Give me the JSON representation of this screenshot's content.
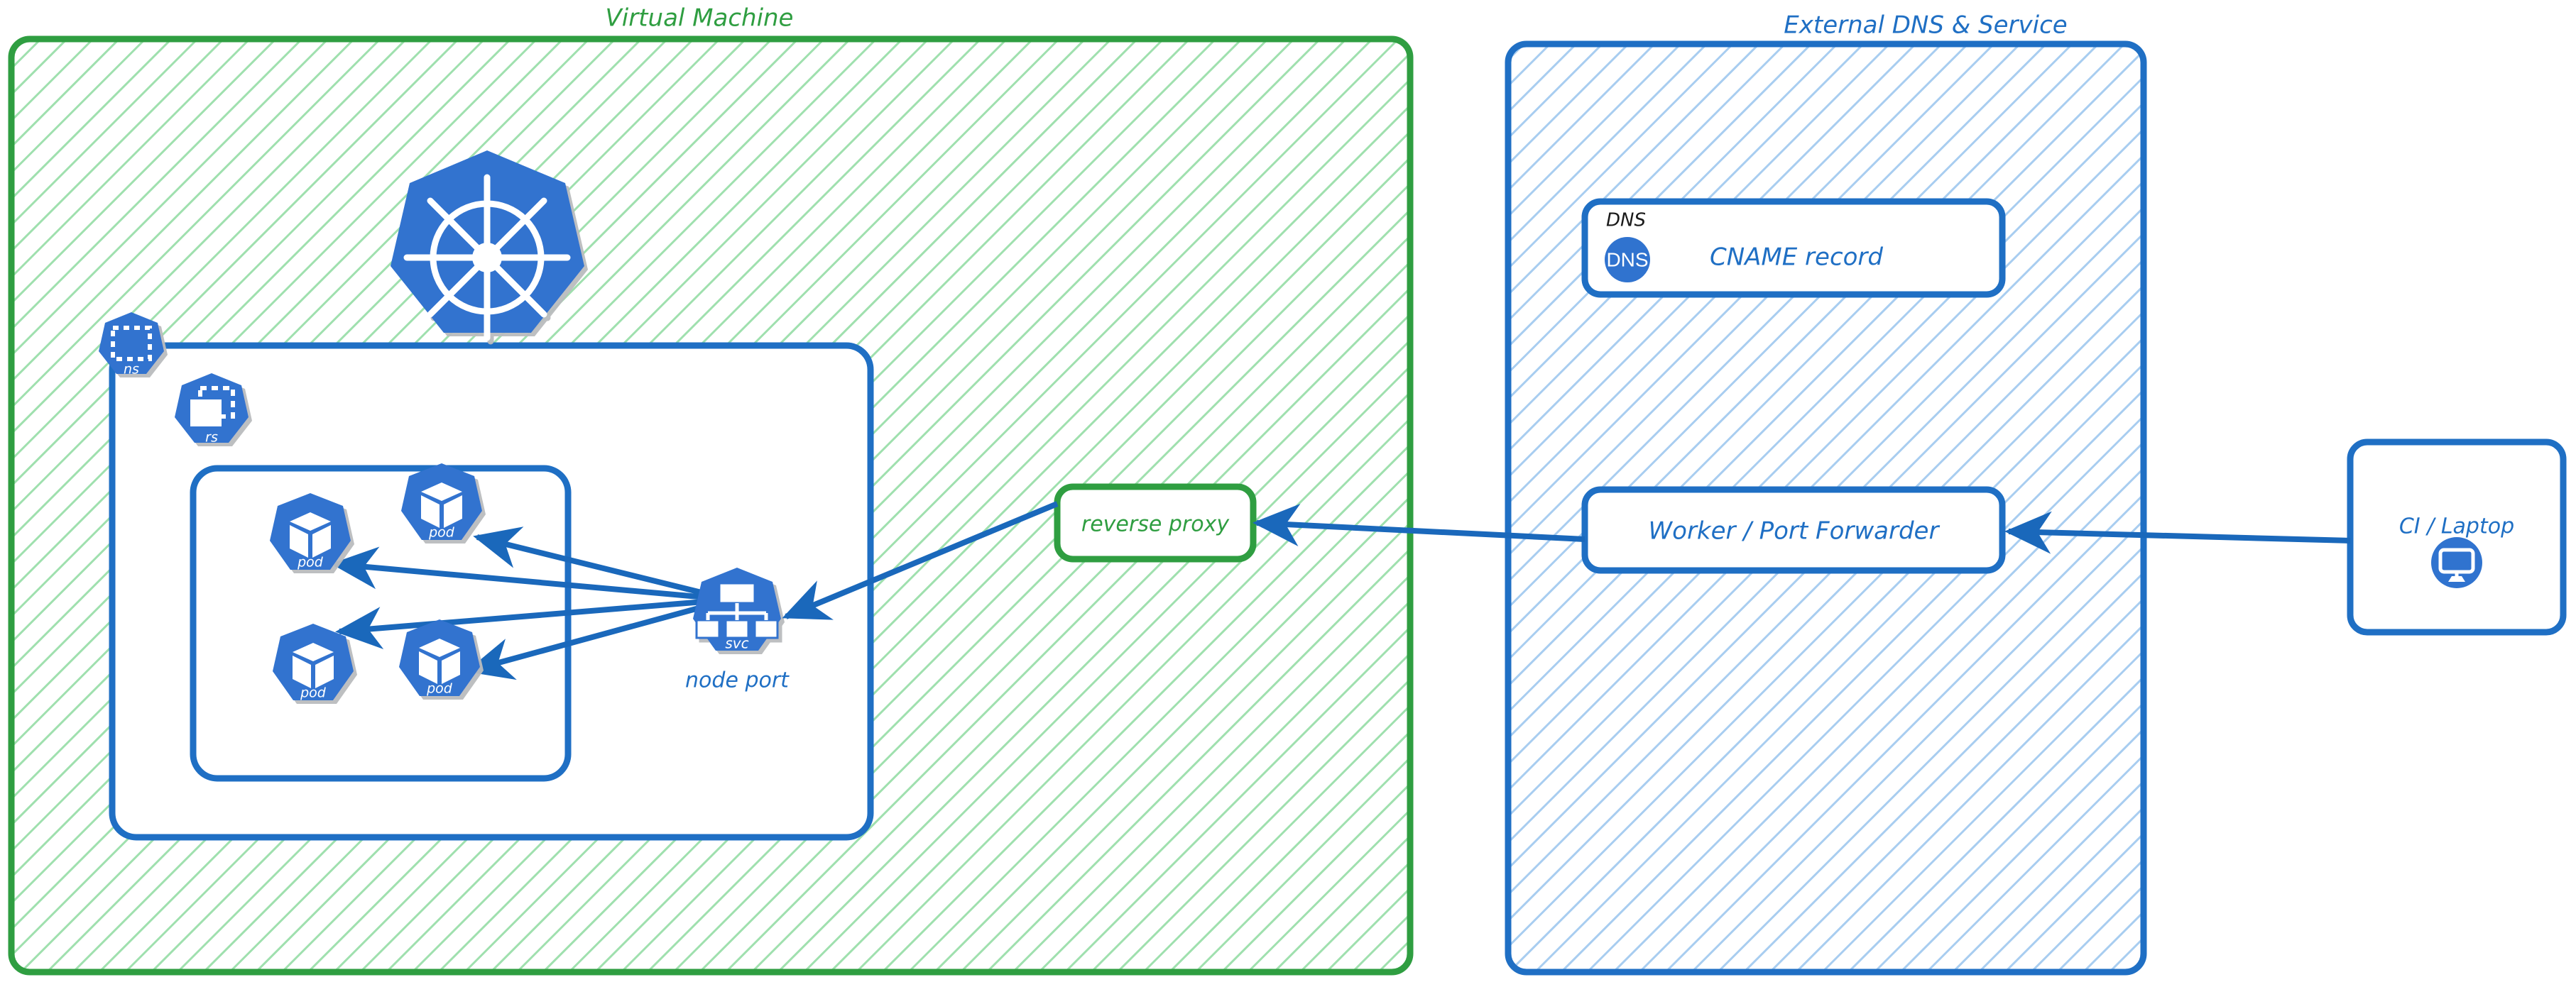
{
  "diagram": {
    "title_hidden": "Kubernetes NodePort exposure via reverse proxy and external DNS",
    "colors": {
      "green_stroke": "#2f9e41",
      "green_text": "#2f9e41",
      "green_hatch": "#9fe0ae",
      "blue_stroke": "#1f6fc4",
      "blue_text": "#1f6fc4",
      "blue_hatch": "#a8cdf0",
      "k8s_blue": "#3073cf",
      "arrow_blue": "#1a68bb",
      "black_text": "#1a1a1a",
      "icon_white": "#ffffff",
      "panel_fill": "#ffffff"
    }
  },
  "panels": [
    {
      "id": "virtual-machine",
      "label": "Virtual Machine",
      "accent": "green"
    },
    {
      "id": "external-dns-service",
      "label": "External DNS & Service",
      "accent": "blue"
    }
  ],
  "vm": {
    "namespace": {
      "badge_label": "ns",
      "badge_icon": "namespace-dashed-square-icon"
    },
    "replicaset": {
      "badge_label": "rs",
      "badge_icon": "replicaset-stacked-squares-icon"
    },
    "k8s_logo": {
      "icon": "kubernetes-helm-wheel-icon"
    },
    "pods": [
      {
        "label": "pod",
        "icon": "pod-cube-icon"
      },
      {
        "label": "pod",
        "icon": "pod-cube-icon"
      },
      {
        "label": "pod",
        "icon": "pod-cube-icon"
      },
      {
        "label": "pod",
        "icon": "pod-cube-icon"
      }
    ],
    "service": {
      "badge_label": "svc",
      "icon": "service-hierarchy-icon",
      "caption": "node port"
    },
    "reverse_proxy": {
      "label": "reverse proxy"
    }
  },
  "external": {
    "dns_card": {
      "kind_label": "DNS",
      "badge_text": "DNS",
      "title": "CNAME record"
    },
    "worker": {
      "label": "Worker / Port Forwarder"
    }
  },
  "client": {
    "label": "CI / Laptop",
    "icon": "desktop-monitor-icon"
  },
  "edges": [
    {
      "from": "service",
      "to": "pod-1",
      "kind": "arrow"
    },
    {
      "from": "service",
      "to": "pod-2",
      "kind": "arrow"
    },
    {
      "from": "service",
      "to": "pod-3",
      "kind": "arrow"
    },
    {
      "from": "service",
      "to": "pod-4",
      "kind": "arrow"
    },
    {
      "from": "reverse-proxy",
      "to": "service",
      "kind": "arrow"
    },
    {
      "from": "worker",
      "to": "reverse-proxy",
      "kind": "arrow"
    },
    {
      "from": "ci-laptop",
      "to": "worker",
      "kind": "arrow"
    }
  ]
}
